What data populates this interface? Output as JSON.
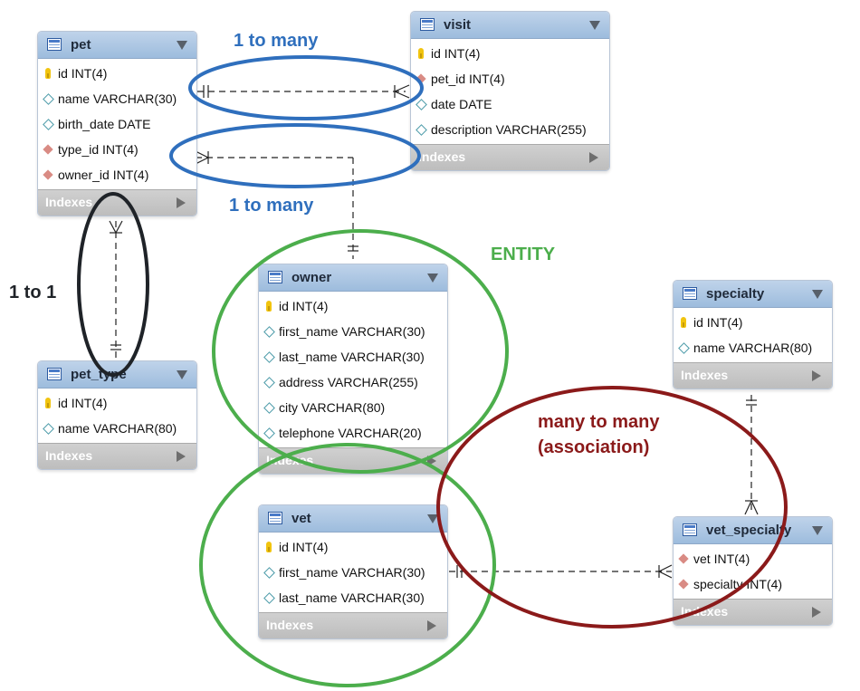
{
  "tables": {
    "pet": {
      "name": "pet",
      "rows": [
        "id INT(4)",
        "name VARCHAR(30)",
        "birth_date DATE",
        "type_id INT(4)",
        "owner_id INT(4)"
      ],
      "indexes": "Indexes"
    },
    "visit": {
      "name": "visit",
      "rows": [
        "id INT(4)",
        "pet_id INT(4)",
        "date DATE",
        "description VARCHAR(255)"
      ],
      "indexes": "Indexes"
    },
    "owner": {
      "name": "owner",
      "rows": [
        "id INT(4)",
        "first_name VARCHAR(30)",
        "last_name VARCHAR(30)",
        "address VARCHAR(255)",
        "city VARCHAR(80)",
        "telephone VARCHAR(20)"
      ],
      "indexes": "Indexes"
    },
    "pet_type": {
      "name": "pet_type",
      "rows": [
        "id INT(4)",
        "name VARCHAR(80)"
      ],
      "indexes": "Indexes"
    },
    "vet": {
      "name": "vet",
      "rows": [
        "id INT(4)",
        "first_name VARCHAR(30)",
        "last_name VARCHAR(30)"
      ],
      "indexes": "Indexes"
    },
    "specialty": {
      "name": "specialty",
      "rows": [
        "id INT(4)",
        "name VARCHAR(80)"
      ],
      "indexes": "Indexes"
    },
    "vet_specialty": {
      "name": "vet_specialty",
      "rows": [
        "vet INT(4)",
        "specialty INT(4)"
      ],
      "indexes": "Indexes"
    }
  },
  "annotations": {
    "one_to_many_top": "1 to many",
    "one_to_many_mid": "1 to many",
    "one_to_one": "1 to 1",
    "entity": "ENTITY",
    "many_to_many_line1": "many to many",
    "many_to_many_line2": "(association)"
  },
  "colors": {
    "blue": "#2f6fbd",
    "black": "#1f2328",
    "green": "#4cae4c",
    "darkred": "#8b1a1a"
  }
}
